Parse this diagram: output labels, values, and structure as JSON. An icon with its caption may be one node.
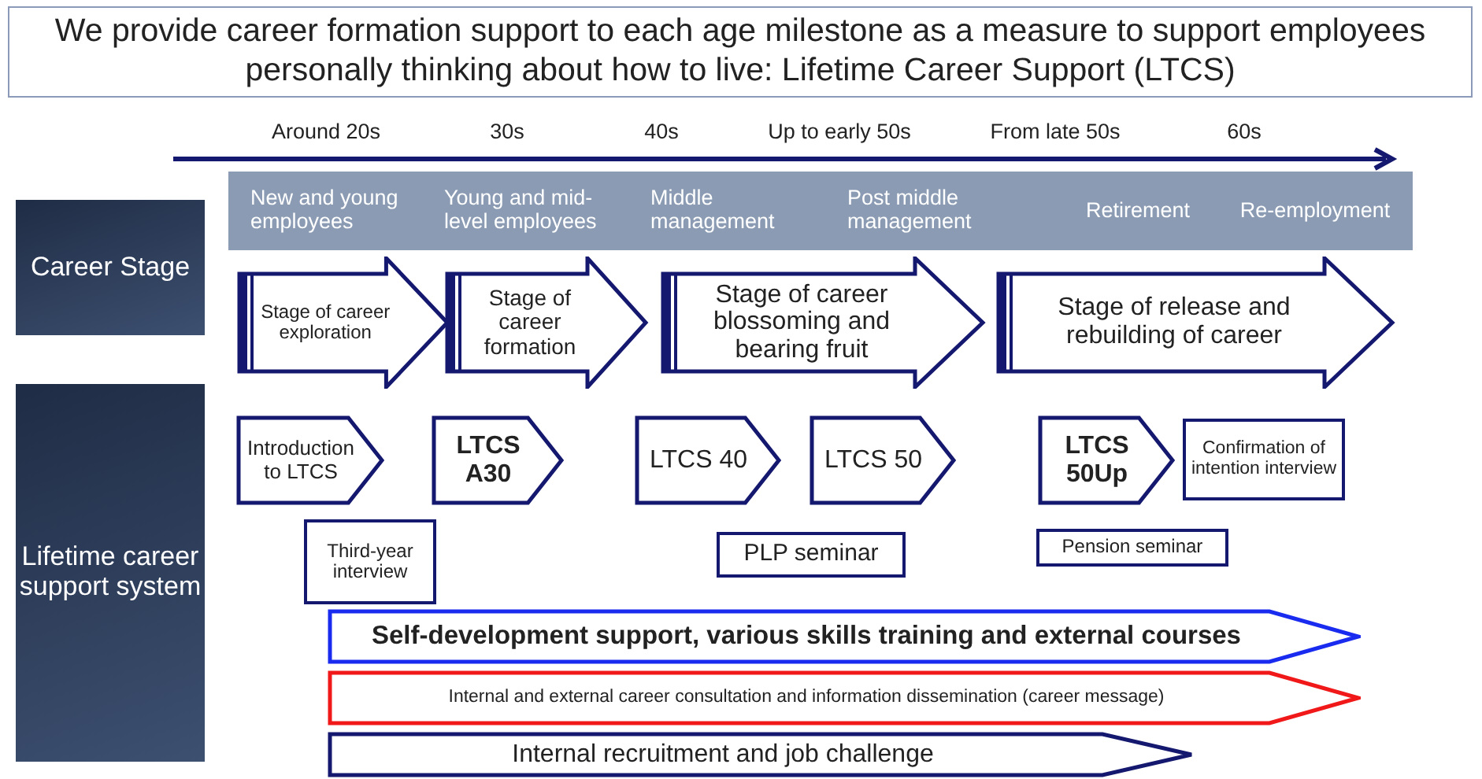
{
  "diagram": {
    "title": "We provide career formation support to each age milestone as a measure to support employees personally thinking about how to live: Lifetime Career Support (LTCS)",
    "nodes": [
      {
        "text": [
          "Career Stage"
        ]
      },
      {
        "text": [
          "Lifetime career support system"
        ]
      },
      {
        "text": [
          "New and young employees",
          "Young and mid-level employees",
          "Middle management",
          "Post middle management",
          "Retirement",
          "Re-employment"
        ]
      },
      {
        "text": [
          "Stage of career exploration"
        ]
      },
      {
        "text": [
          "Stage of career formation"
        ]
      },
      {
        "text": [
          "Stage of career blossoming and bearing fruit"
        ]
      },
      {
        "text": [
          "Stage of release and rebuilding of career"
        ]
      },
      {
        "text": [
          "Introduction to LTCS"
        ]
      },
      {
        "text": [
          "LTCS A30"
        ]
      },
      {
        "text": [
          "Third-year interview"
        ]
      },
      {
        "text": [
          "LTCS 40"
        ]
      },
      {
        "text": [
          "LTCS 50"
        ]
      },
      {
        "text": [
          "PLP seminar"
        ]
      },
      {
        "text": [
          "LTCS 50Up"
        ]
      },
      {
        "text": [
          "Confirmation of intention interview"
        ]
      },
      {
        "text": [
          "Pension seminar"
        ]
      },
      {
        "text": [
          "Self-development support, various skills training and external courses"
        ]
      },
      {
        "text": [
          "Internal and external career consultation and information dissemination (career message)"
        ]
      },
      {
        "text": [
          "Internal recruitment and job challenge"
        ]
      }
    ],
    "labels": [
      "Around 20s",
      "30s",
      "40s",
      "Up to early 50s",
      "From late 50s",
      "60s"
    ]
  }
}
